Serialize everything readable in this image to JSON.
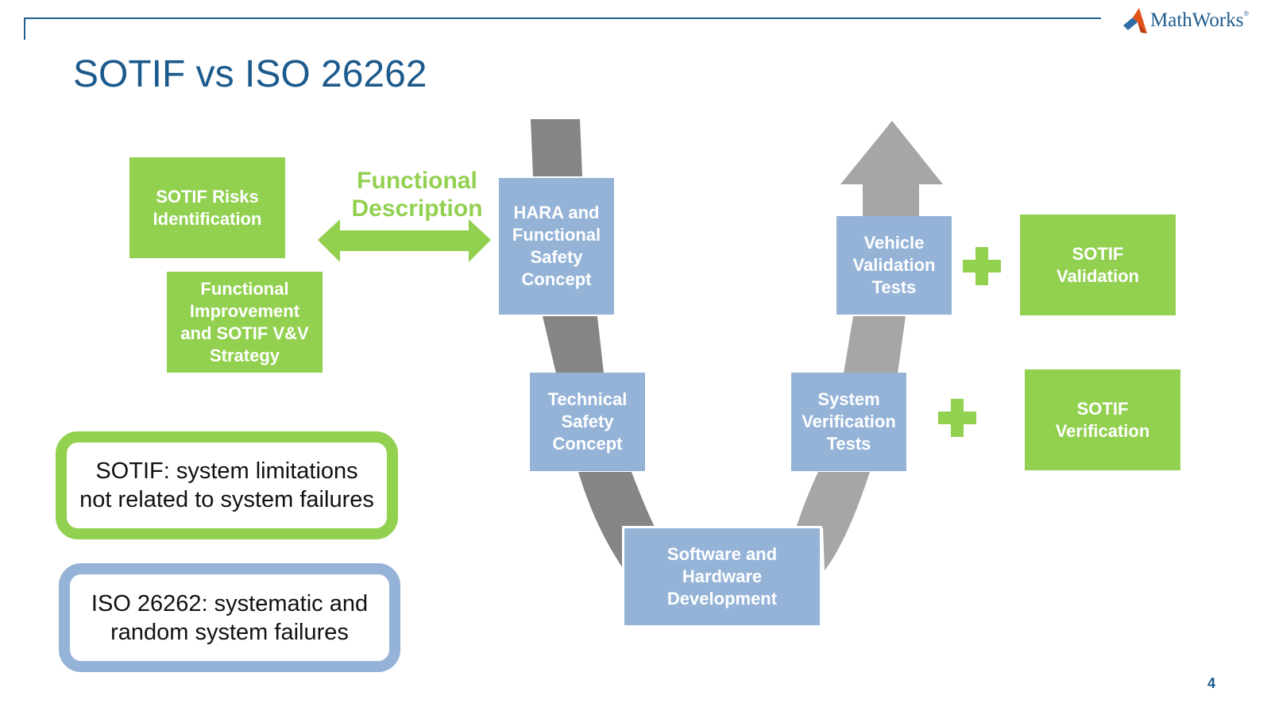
{
  "header": {
    "title": "SOTIF vs ISO 26262",
    "logo_text": "MathWorks",
    "logo_tm": "®"
  },
  "left": {
    "risks_box": "SOTIF Risks\nIdentification",
    "improvement_box": "Functional\nImprovement\nand SOTIF V&V\nStrategy",
    "functional_description": "Functional\nDescription"
  },
  "vmodel": {
    "hara": "HARA and\nFunctional\nSafety\nConcept",
    "technical": "Technical\nSafety\nConcept",
    "swhw": "Software and\nHardware\nDevelopment",
    "system_verification": "System\nVerification\nTests",
    "vehicle_validation": "Vehicle\nValidation\nTests"
  },
  "right": {
    "sotif_validation": "SOTIF\nValidation",
    "sotif_verification": "SOTIF\nVerification"
  },
  "notes": {
    "sotif": "SOTIF: system limitations\nnot related to system failures",
    "iso": "ISO 26262: systematic and\nrandom system failures"
  },
  "colors": {
    "green": "#92d050",
    "blue": "#94b3d7",
    "title_blue": "#1c5a8c",
    "arrow_dark": "#858585",
    "arrow_light": "#a6a6a6"
  },
  "page_number": "4"
}
